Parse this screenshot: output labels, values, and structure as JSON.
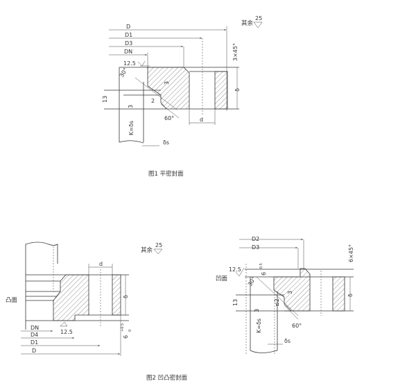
{
  "figure1": {
    "caption": "图1  平密封面",
    "roughness_note": "其余",
    "roughness_value": "25",
    "dims": {
      "D": "D",
      "D1": "D1",
      "D3": "D3",
      "DN": "DN",
      "roughness": "12.5",
      "chamfer": "3×45°",
      "thickness": "δ",
      "hole": "d",
      "height13": "13",
      "angle30": "30°",
      "angle60": "60°",
      "gap2": "2",
      "land3": "3",
      "land3b": "3",
      "k": "K=δs",
      "wall": "δs"
    }
  },
  "figure2": {
    "caption": "图2  凹凸密封面",
    "roughness_note": "其余",
    "roughness_value": "25",
    "face_label": "凸面",
    "dims": {
      "DN": "DN",
      "D4": "D4",
      "D1": "D1",
      "D": "D",
      "roughness": "12.5",
      "hole": "d",
      "thickness": "δ",
      "raise": "6",
      "raise_tol": "+0.5",
      "raise_tol_low": "0"
    }
  },
  "figure3": {
    "face_label": "凹面",
    "dims": {
      "D2": "D2",
      "D3": "D3",
      "roughness": "12.5",
      "depth": "6",
      "depth_tol": "-0.5",
      "chamfer": "6×45°",
      "thickness": "δ",
      "height13": "13",
      "angle30": "30°",
      "angle60": "60°",
      "gap2": "≤2",
      "land3": "3",
      "land3b": "3",
      "k": "K=δs",
      "wall": "δs"
    }
  }
}
